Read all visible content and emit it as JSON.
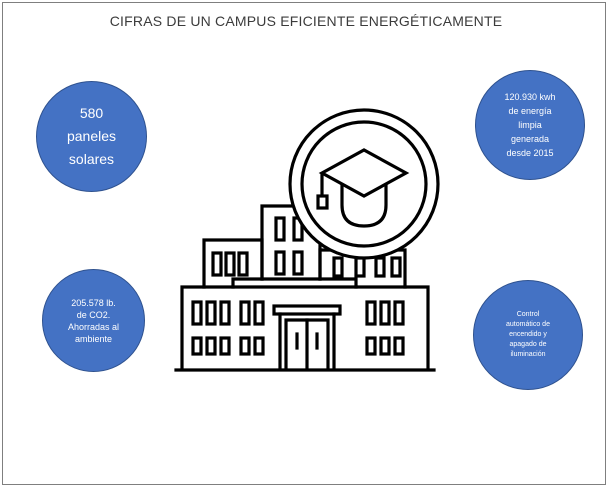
{
  "title": "CIFRAS DE UN CAMPUS EFICIENTE ENERGÉTICAMENTE",
  "bubbles": {
    "solar": "580\npaneles\nsolares",
    "energy": "120.930 kwh\nde energía\nlimpia\ngenerada\ndesde 2015",
    "co2": "205.578 lb.\nde CO2.\nAhorradas al\nambiente",
    "lighting": "Control\nautomático de\nencendido y\napagado de\niluminación"
  },
  "colors": {
    "bubble_fill": "#4472c4",
    "bubble_border": "#2f528f",
    "icon_stroke": "#000000"
  },
  "icons": {
    "main": "school-building-icon",
    "badge": "graduation-cap-icon"
  }
}
